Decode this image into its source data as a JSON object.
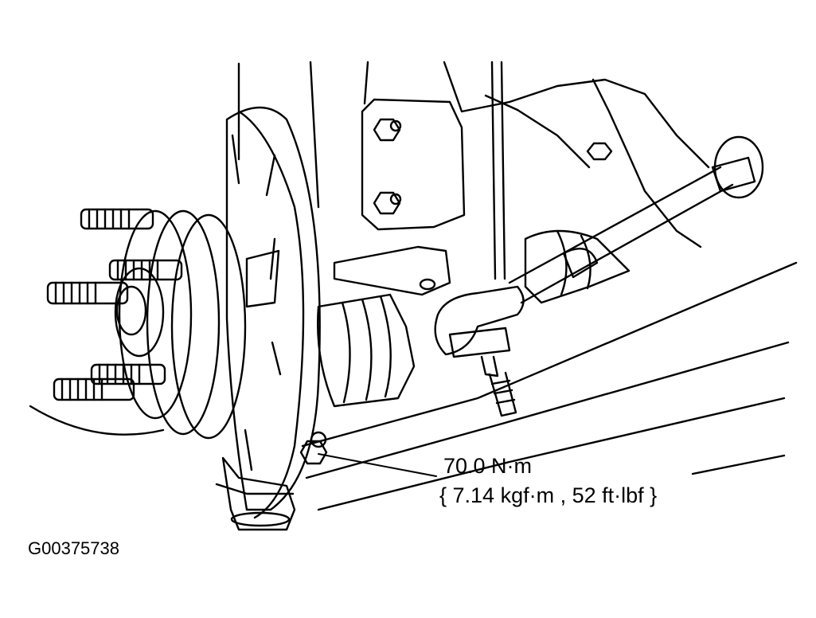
{
  "figure": {
    "figure_id": "G00375738",
    "callouts": [
      {
        "line1": "70.0 N·m",
        "line2": "{ 7.14 kgf·m , 52 ft·lbf }"
      }
    ]
  },
  "colors": {
    "line": "#000000",
    "background": "#ffffff"
  }
}
